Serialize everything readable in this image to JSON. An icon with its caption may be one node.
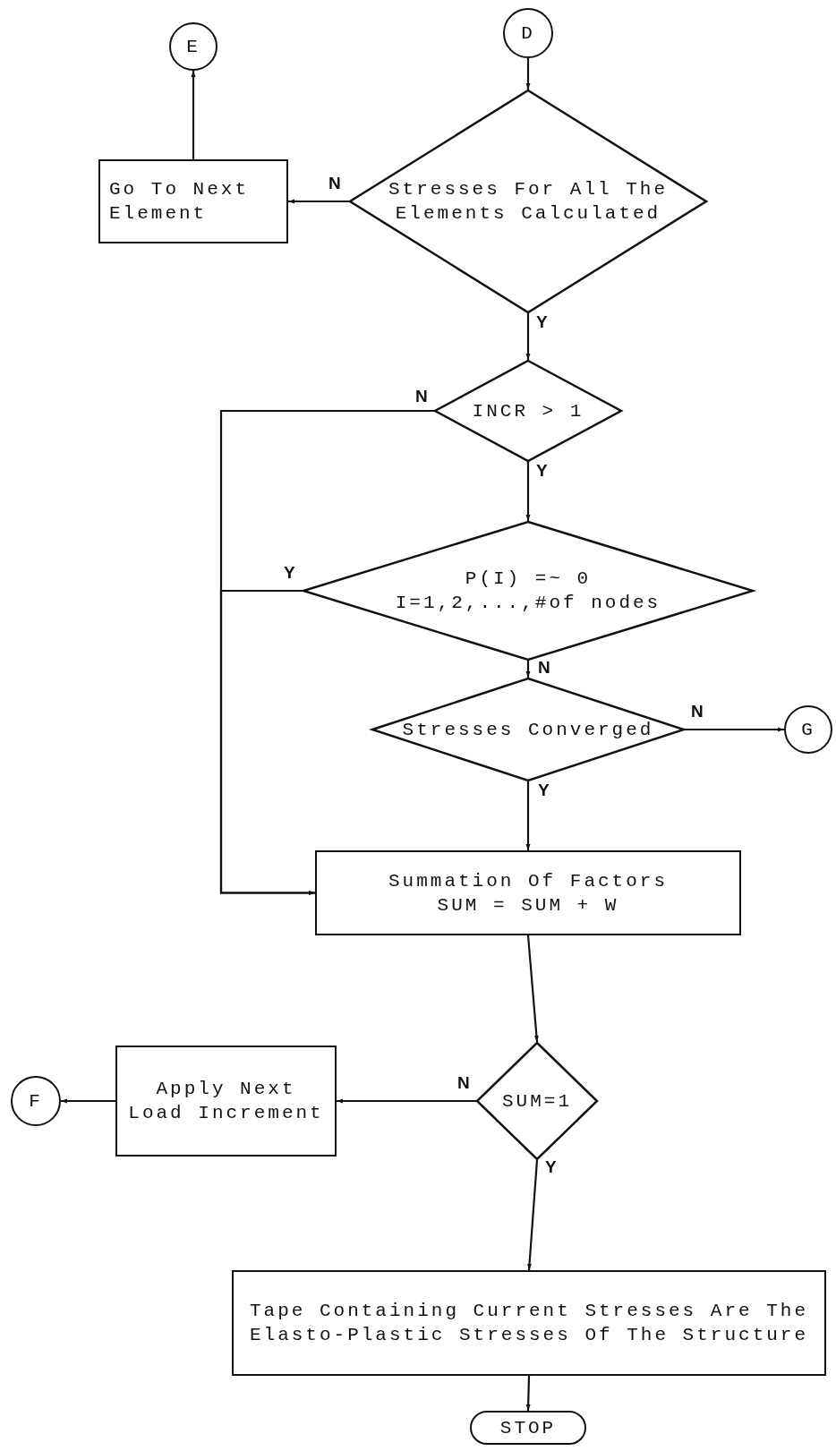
{
  "diagram": {
    "nodes": [
      {
        "text": [
          "E"
        ]
      },
      {
        "text": [
          "D"
        ]
      },
      {
        "text": [
          "Stresses For All The Elements Calculated"
        ]
      },
      {
        "text": [
          "Go To Next Element"
        ]
      },
      {
        "text": [
          "INCR > 1"
        ]
      },
      {
        "text": [
          "P(I) =~ 0",
          "I=1,2,...,#of nodes"
        ]
      },
      {
        "text": [
          "Stresses Converged"
        ]
      },
      {
        "text": [
          "G"
        ]
      },
      {
        "text": [
          "Summation Of Factors",
          "SUM = SUM + W"
        ]
      },
      {
        "text": [
          "SUM=1"
        ]
      },
      {
        "text": [
          "Apply Next Load Increment"
        ]
      },
      {
        "text": [
          "F"
        ]
      },
      {
        "text": [
          "Tape Containing Current Stresses Are The Elasto-Plastic Stresses Of The Structure"
        ]
      },
      {
        "text": [
          "STOP"
        ]
      }
    ],
    "edges": [
      {
        "from": 1,
        "to": 2,
        "arrow": "to"
      },
      {
        "from": 2,
        "to": 3,
        "label": "N",
        "arrow": "to"
      },
      {
        "from": 3,
        "to": 0,
        "arrow": "to"
      },
      {
        "from": 2,
        "to": 4,
        "label": "Y",
        "arrow": "to"
      },
      {
        "from": 4,
        "to": 8,
        "label": "N",
        "arrow": "to"
      },
      {
        "from": 4,
        "to": 5,
        "label": "Y",
        "arrow": "to"
      },
      {
        "from": 5,
        "to": 8,
        "label": "Y",
        "arrow": "to"
      },
      {
        "from": 5,
        "to": 6,
        "label": "N",
        "arrow": "to"
      },
      {
        "from": 6,
        "to": 7,
        "label": "N",
        "arrow": "to"
      },
      {
        "from": 6,
        "to": 8,
        "label": "Y",
        "arrow": "to"
      },
      {
        "from": 8,
        "to": 9,
        "arrow": "to"
      },
      {
        "from": 9,
        "to": 10,
        "label": "N",
        "arrow": "to"
      },
      {
        "from": 10,
        "to": 11,
        "arrow": "to"
      },
      {
        "from": 9,
        "to": 12,
        "label": "Y",
        "arrow": "to"
      },
      {
        "from": 12,
        "to": 13,
        "arrow": "to"
      }
    ]
  }
}
